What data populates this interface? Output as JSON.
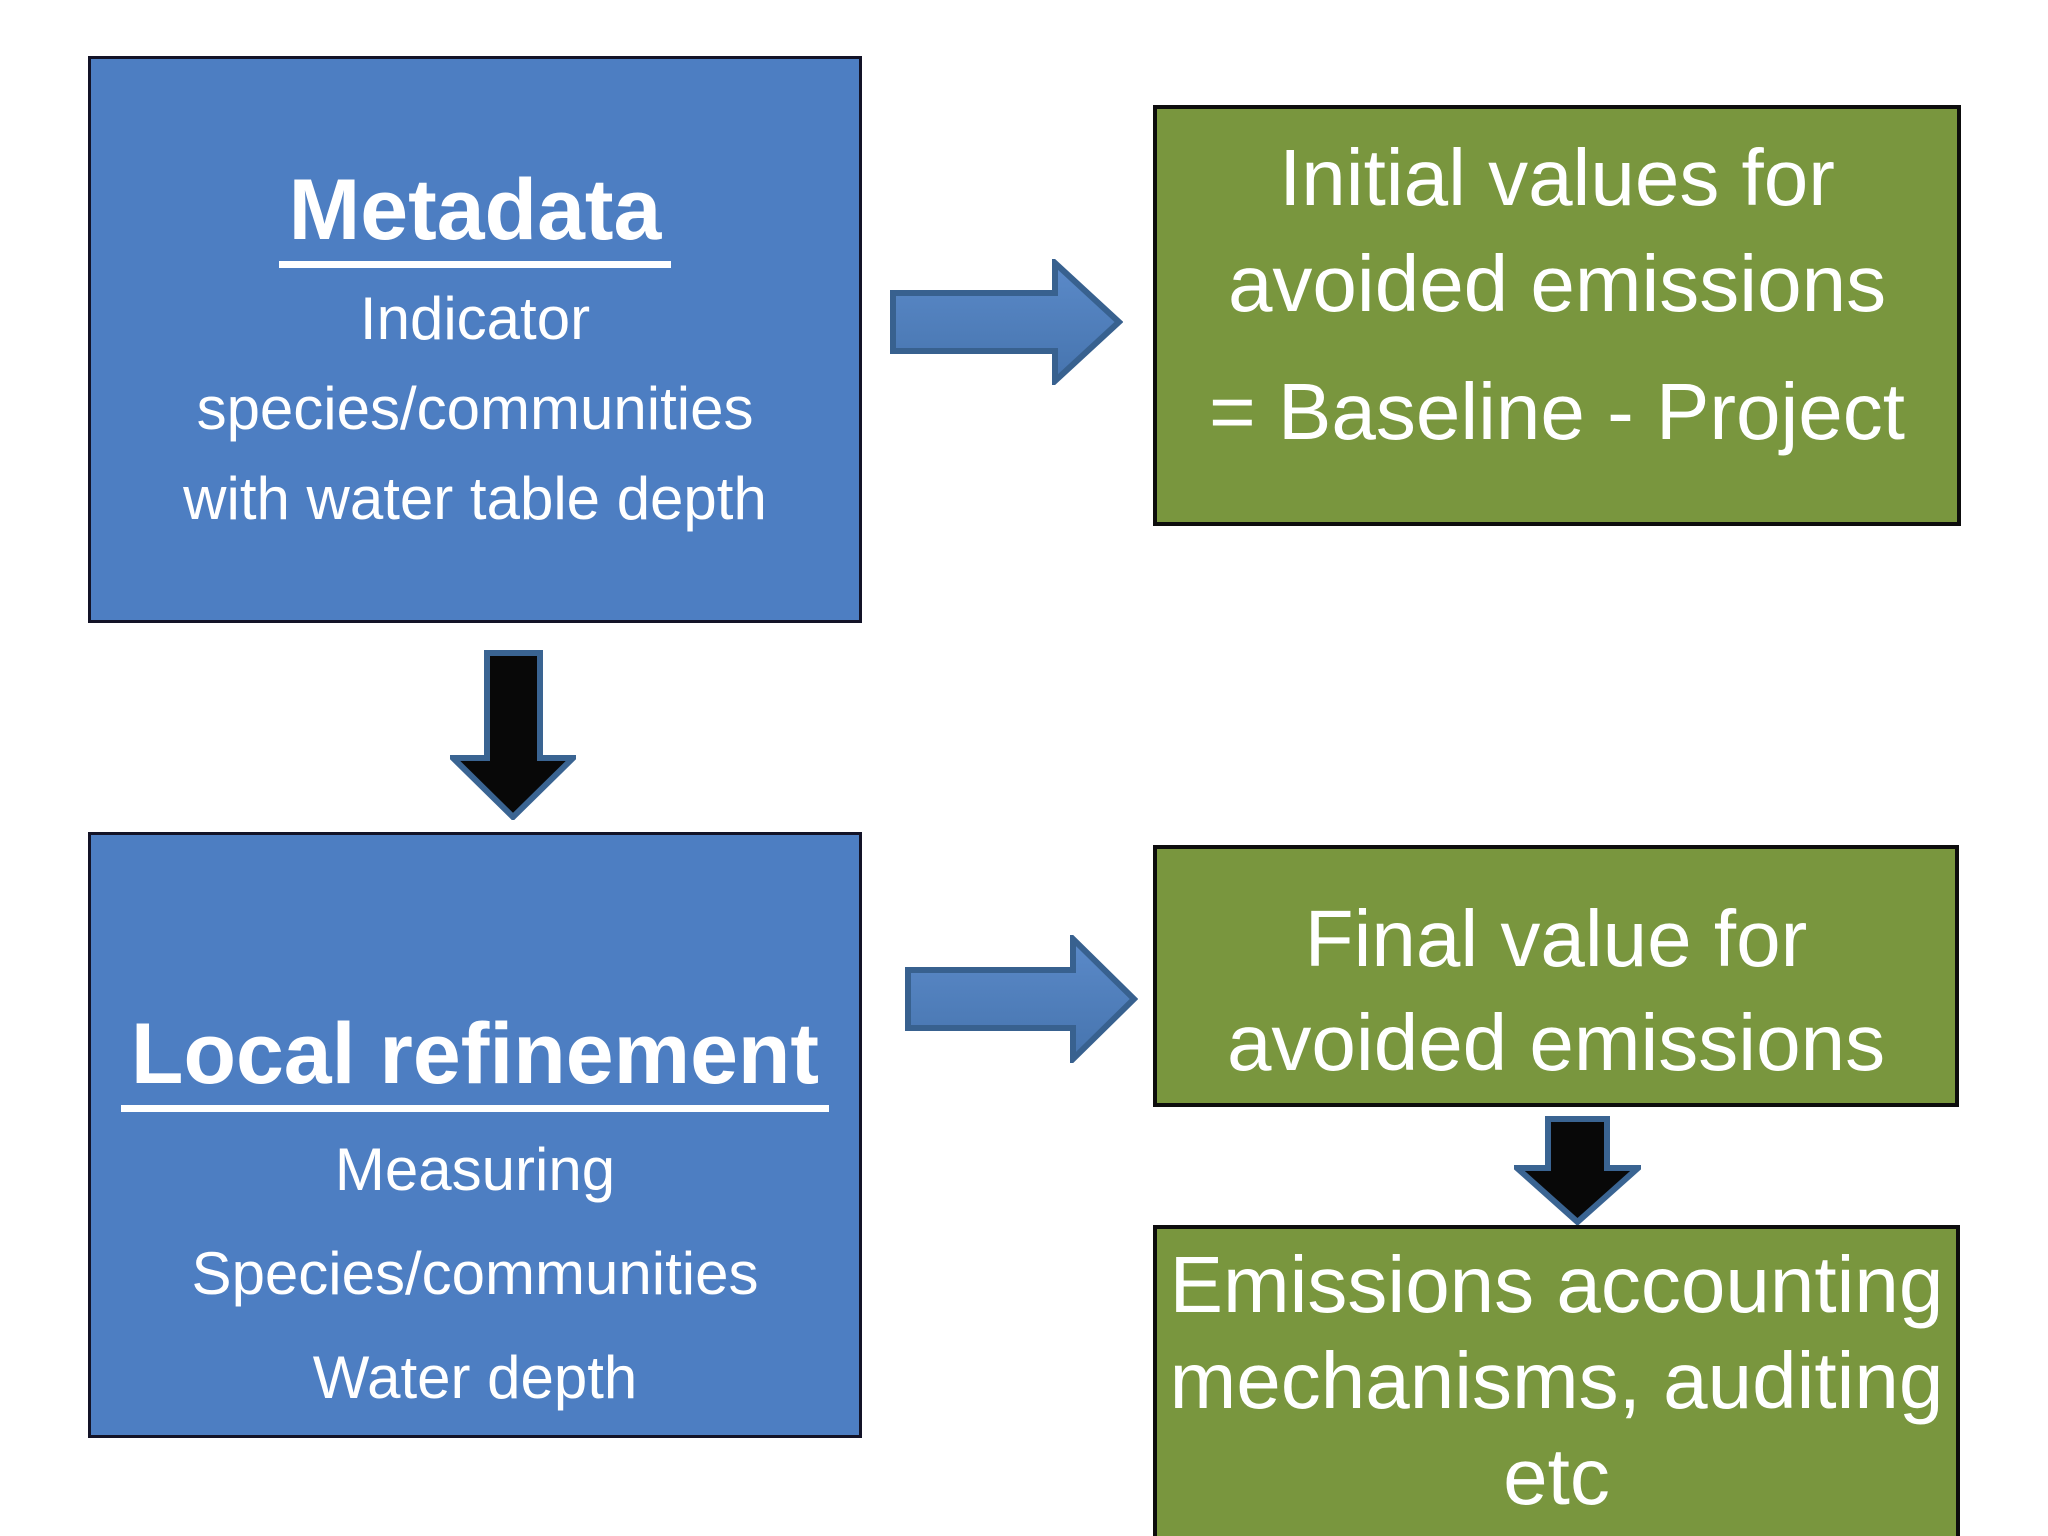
{
  "boxes": {
    "metadata": {
      "title": "Metadata",
      "lines": [
        "Indicator",
        "species/communities",
        "with water table depth"
      ]
    },
    "local": {
      "title": "Local refinement",
      "lines": [
        "Measuring",
        "Species/communities",
        "Water depth"
      ]
    },
    "initial": {
      "lines": [
        "Initial values for",
        "avoided emissions"
      ],
      "formula": "= Baseline - Project"
    },
    "final": {
      "lines": [
        "Final value for",
        "avoided emissions"
      ]
    },
    "accounting": {
      "lines": [
        "Emissions accounting",
        "mechanisms, auditing",
        "etc"
      ]
    }
  },
  "colors": {
    "blue_box_fill": "#4d7ec2",
    "blue_box_border": "#131327",
    "green_box_fill": "#79963e",
    "green_box_border": "#0d0d0d",
    "blue_arrow_fill": "#4f81bd",
    "blue_arrow_border": "#38618f",
    "black_arrow_fill": "#080808",
    "black_arrow_border": "#3a6492",
    "text": "#ffffff",
    "background": "#ffffff"
  }
}
